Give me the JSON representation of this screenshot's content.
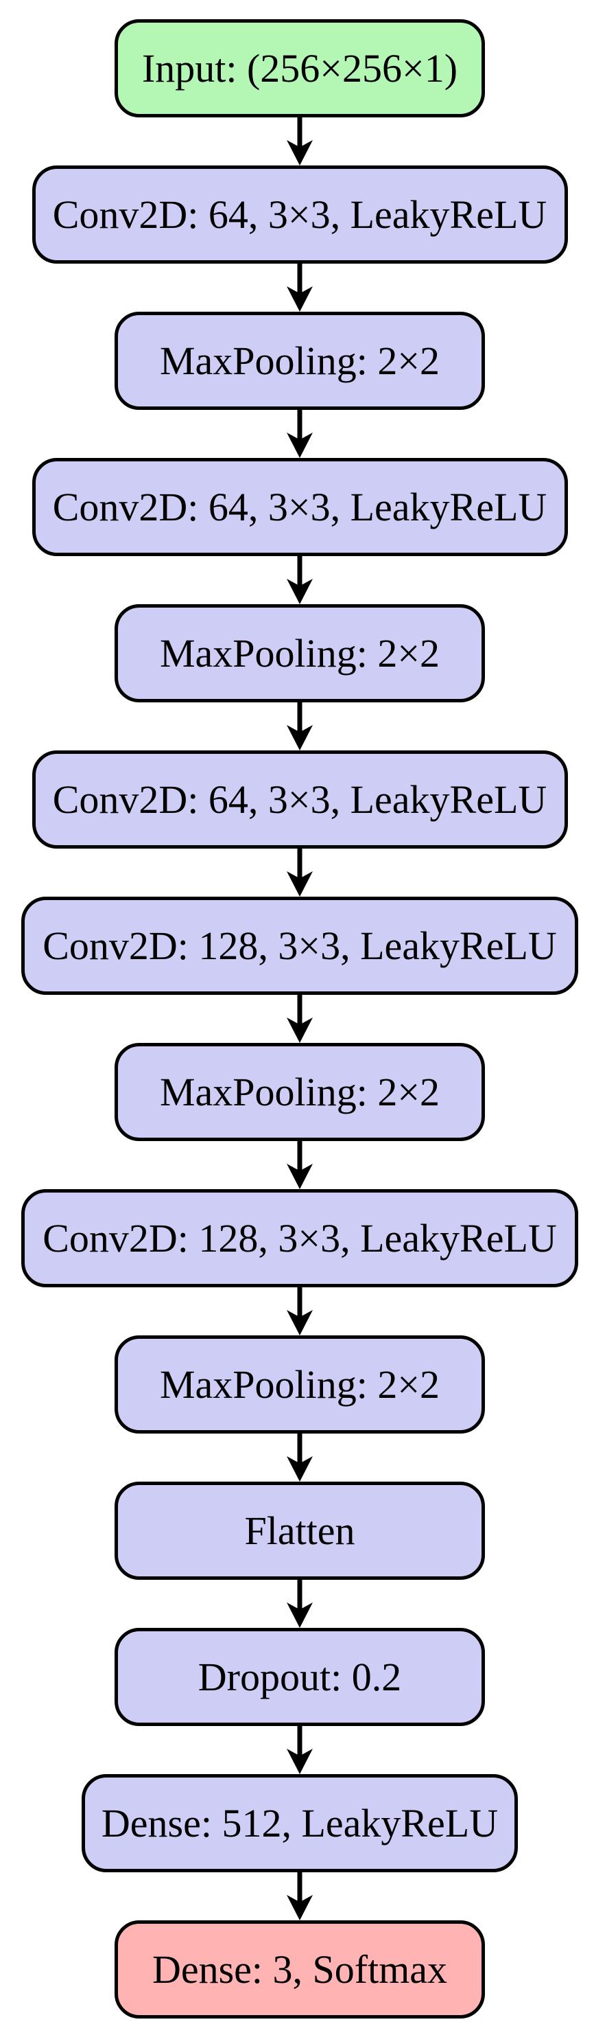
{
  "diagram": {
    "type": "flowchart",
    "direction": "top-to-bottom",
    "nodes": [
      {
        "label": "Input: (256×256×1)",
        "type": "input"
      },
      {
        "label": "Conv2D: 64, 3×3, LeakyReLU",
        "type": "hidden"
      },
      {
        "label": "MaxPooling: 2×2",
        "type": "hidden"
      },
      {
        "label": "Conv2D: 64, 3×3, LeakyReLU",
        "type": "hidden"
      },
      {
        "label": "MaxPooling: 2×2",
        "type": "hidden"
      },
      {
        "label": "Conv2D: 64, 3×3, LeakyReLU",
        "type": "hidden"
      },
      {
        "label": "Conv2D: 128, 3×3, LeakyReLU",
        "type": "hidden"
      },
      {
        "label": "MaxPooling: 2×2",
        "type": "hidden"
      },
      {
        "label": "Conv2D: 128, 3×3, LeakyReLU",
        "type": "hidden"
      },
      {
        "label": "MaxPooling: 2×2",
        "type": "hidden"
      },
      {
        "label": "Flatten",
        "type": "hidden"
      },
      {
        "label": "Dropout: 0.2",
        "type": "hidden"
      },
      {
        "label": "Dense: 512, LeakyReLU",
        "type": "hidden"
      },
      {
        "label": "Dense: 3, Softmax",
        "type": "output"
      }
    ],
    "edges": [
      [
        0,
        1
      ],
      [
        1,
        2
      ],
      [
        2,
        3
      ],
      [
        3,
        4
      ],
      [
        4,
        5
      ],
      [
        5,
        6
      ],
      [
        6,
        7
      ],
      [
        7,
        8
      ],
      [
        8,
        9
      ],
      [
        9,
        10
      ],
      [
        10,
        11
      ],
      [
        11,
        12
      ],
      [
        12,
        13
      ]
    ],
    "colors": {
      "input_fill": "#b4f7b4",
      "hidden_fill": "#cdcdf5",
      "output_fill": "#ffb3b3",
      "border": "#000000",
      "background": "#ffffff"
    }
  }
}
